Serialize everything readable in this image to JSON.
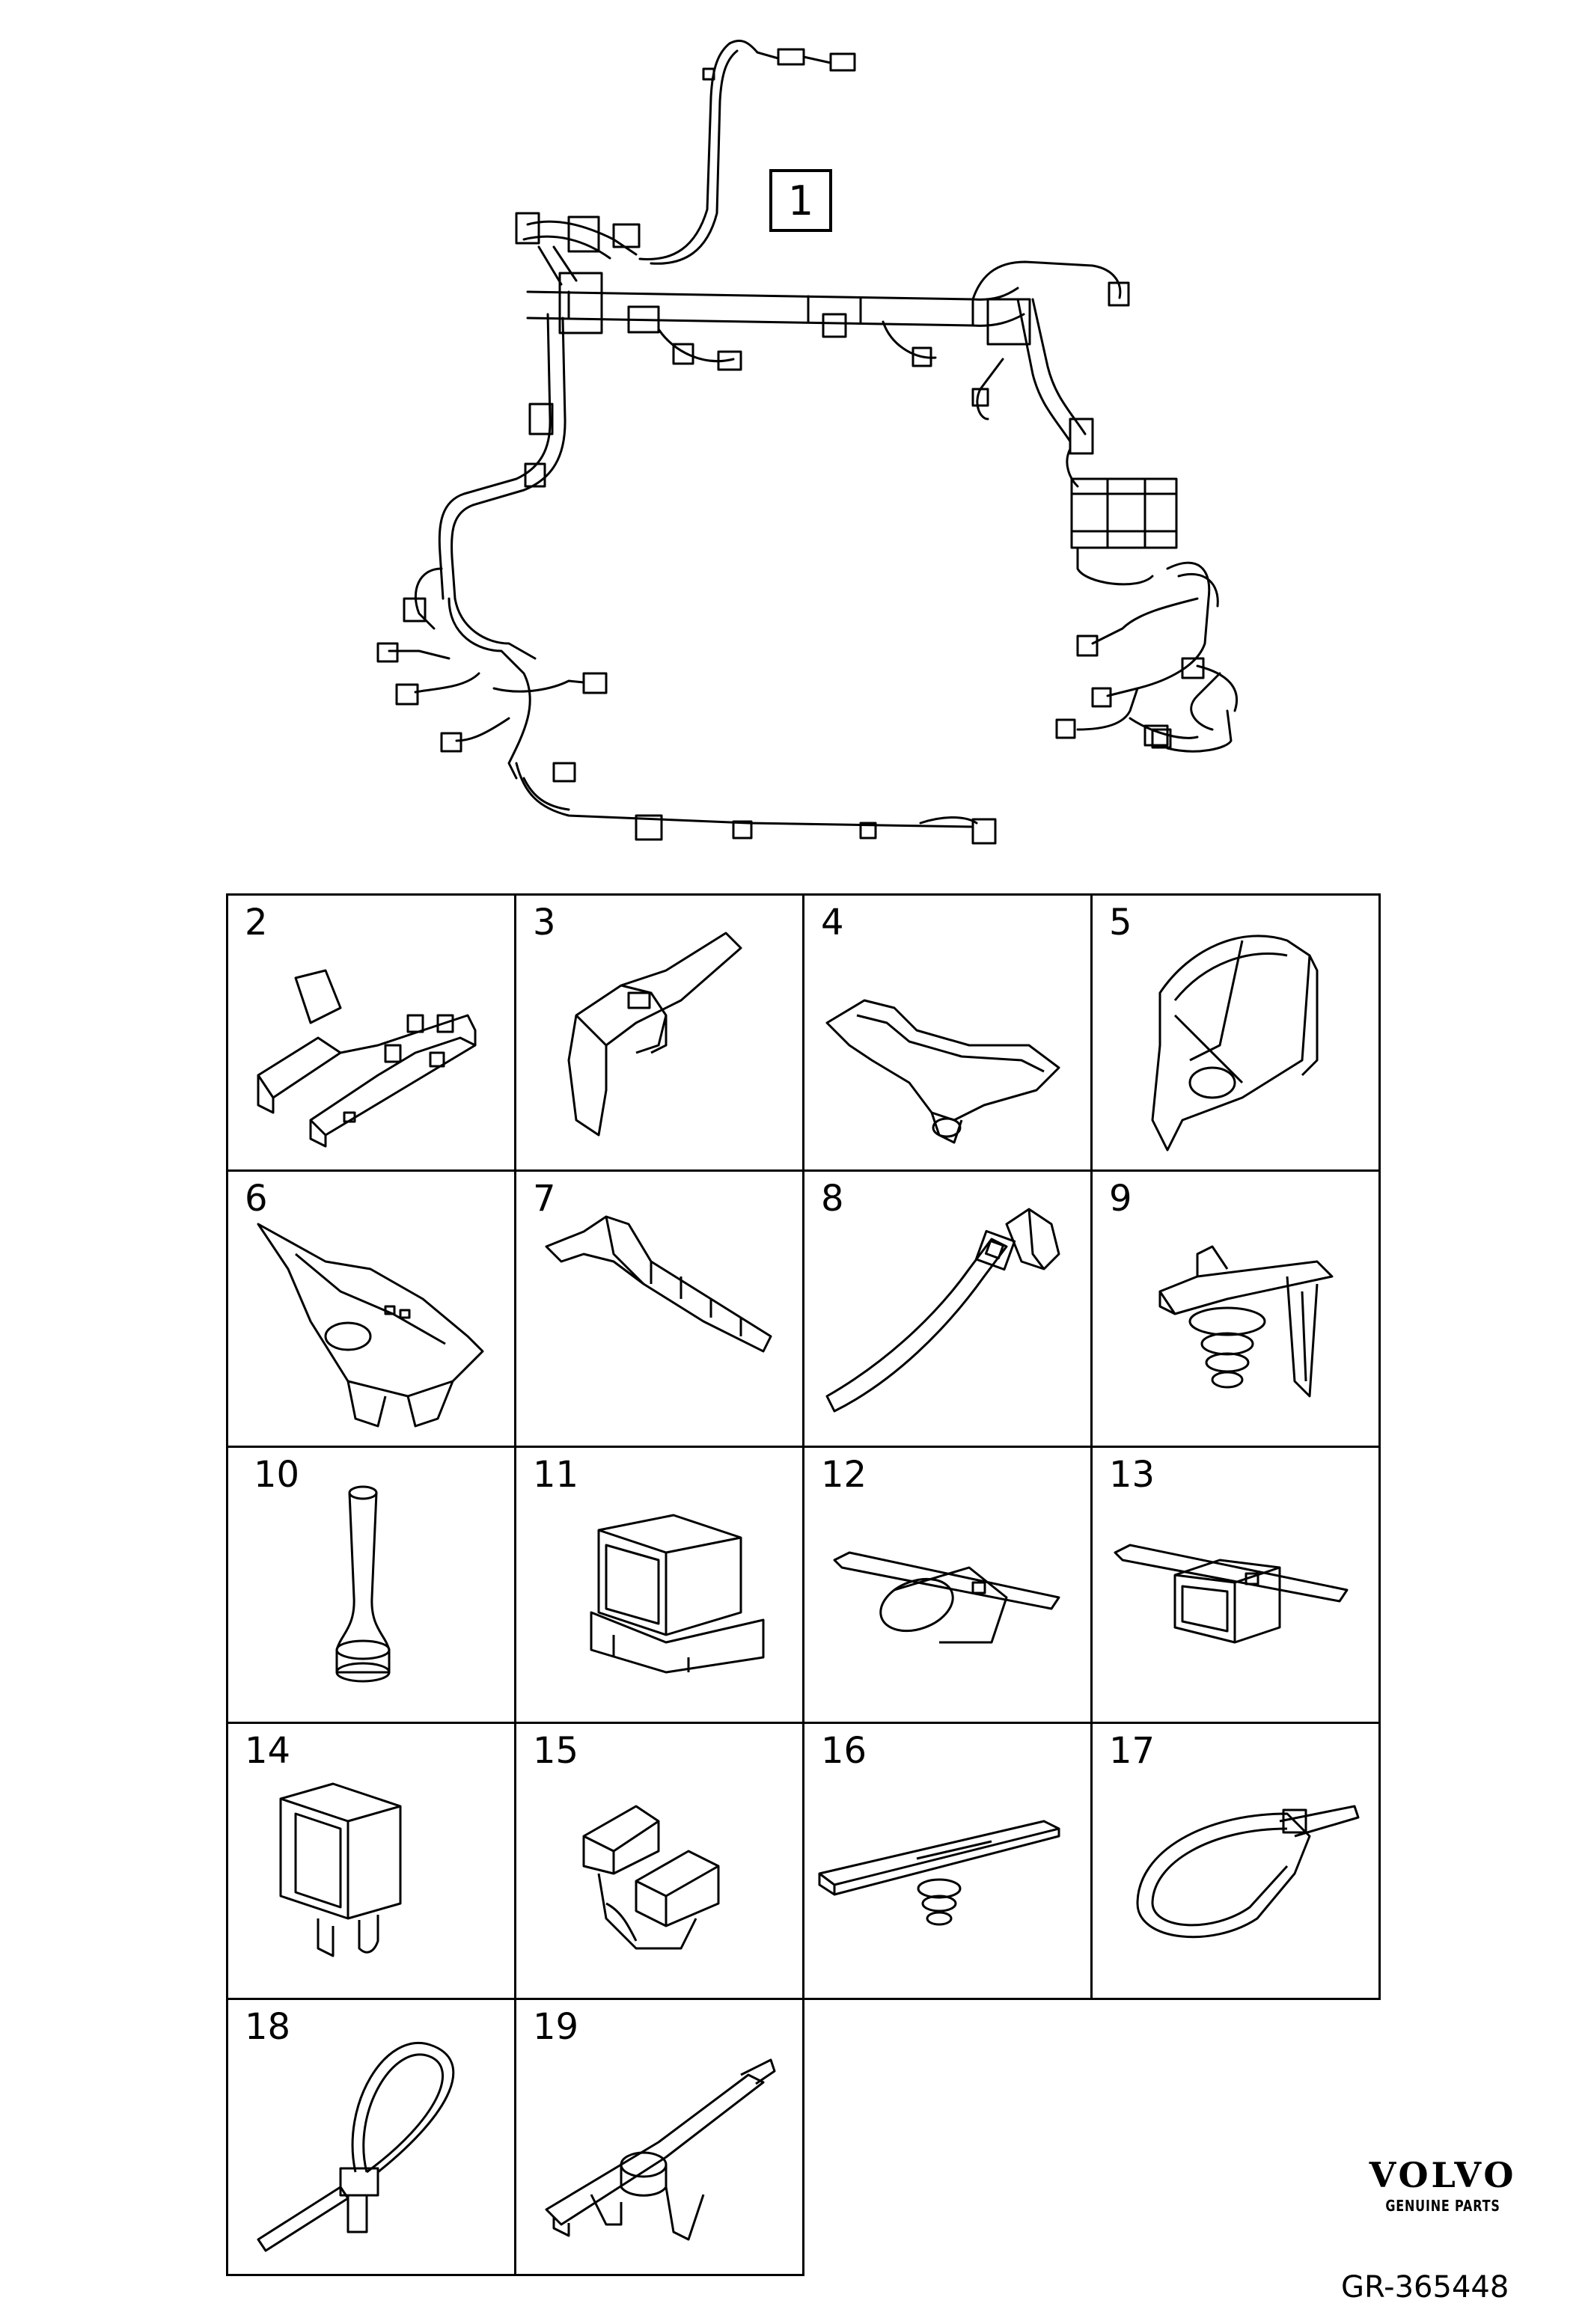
{
  "main_part": {
    "callout": "1"
  },
  "parts": [
    {
      "number": "2",
      "icon": "harness-channel-branch-icon"
    },
    {
      "number": "3",
      "icon": "harness-channel-bend-icon"
    },
    {
      "number": "4",
      "icon": "harness-channel-curved-icon"
    },
    {
      "number": "5",
      "icon": "harness-cover-icon"
    },
    {
      "number": "6",
      "icon": "harness-bracket-icon"
    },
    {
      "number": "7",
      "icon": "harness-channel-long-icon"
    },
    {
      "number": "8",
      "icon": "cable-tie-with-clip-icon"
    },
    {
      "number": "9",
      "icon": "edge-clip-icon"
    },
    {
      "number": "10",
      "icon": "grommet-icon"
    },
    {
      "number": "11",
      "icon": "cable-holder-icon"
    },
    {
      "number": "12",
      "icon": "sleeve-clip-oval-icon"
    },
    {
      "number": "13",
      "icon": "sleeve-clip-square-icon"
    },
    {
      "number": "14",
      "icon": "connector-holder-icon"
    },
    {
      "number": "15",
      "icon": "double-clip-icon"
    },
    {
      "number": "16",
      "icon": "rail-clip-icon"
    },
    {
      "number": "17",
      "icon": "cable-tie-loop-icon"
    },
    {
      "number": "18",
      "icon": "cable-tie-push-mount-icon"
    },
    {
      "number": "19",
      "icon": "cable-tie-clip-icon"
    }
  ],
  "logo": {
    "brand": "VOLVO",
    "subtitle": "GENUINE PARTS"
  },
  "reference": "GR-365448"
}
